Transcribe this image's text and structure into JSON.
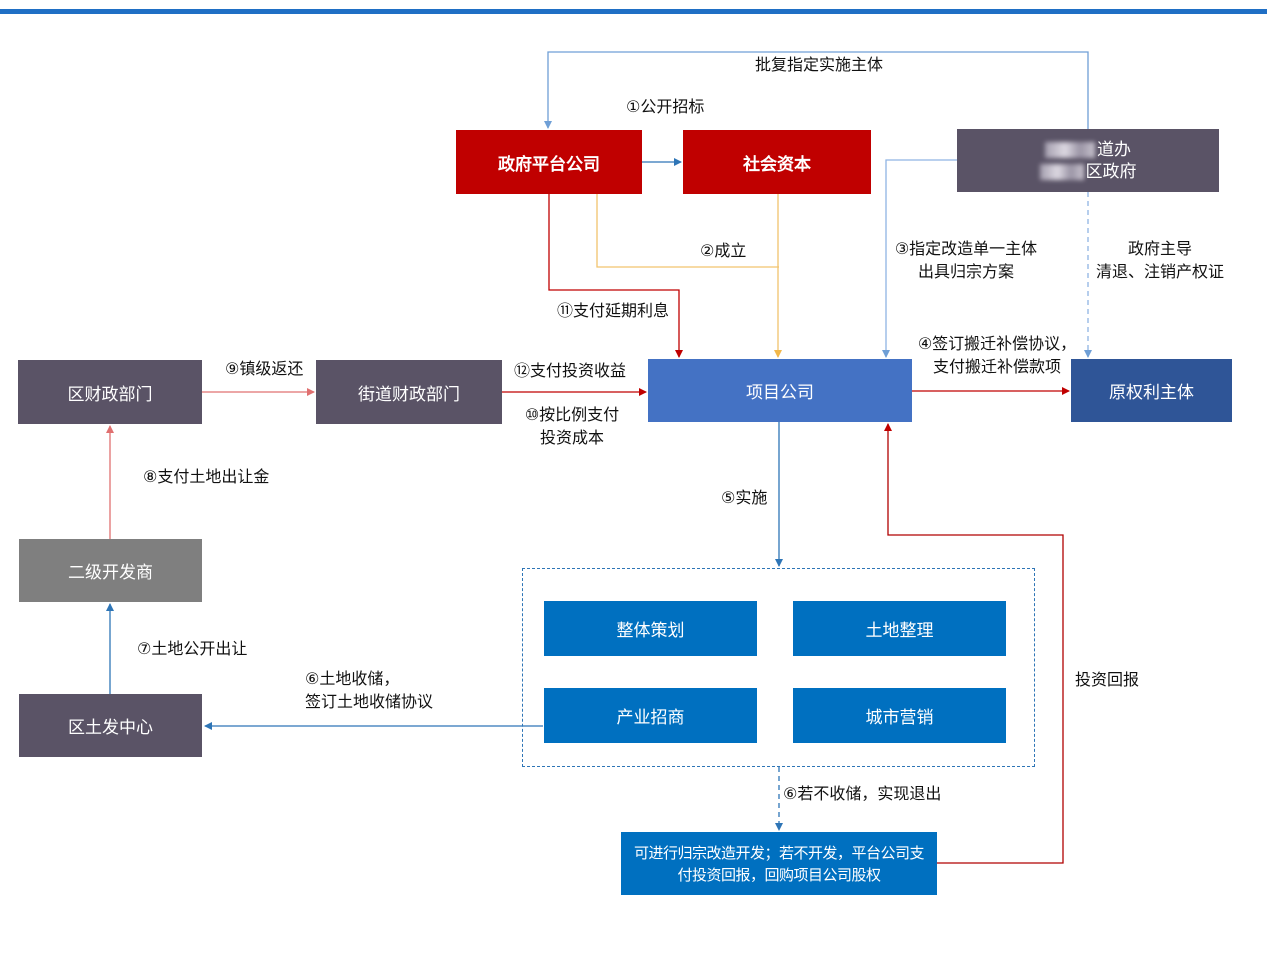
{
  "colors": {
    "header_bar": "#1f6fc5",
    "platform_box": "#c00000",
    "slate_box": "#5a5366",
    "developer_box": "#7f7f7f",
    "project_company": "#4472c4",
    "original_owner": "#2f5597",
    "task_box": "#0070c0",
    "edge_red": "#c00000",
    "edge_light_red": "#e07070",
    "edge_blue": "#2e75b6",
    "edge_light_blue": "#8fb4e3",
    "edge_gold": "#f2c46d"
  },
  "nodes": {
    "gov_platform": "政府平台公司",
    "social_capital": "社会资本",
    "street_office_line1": "道办",
    "street_office_line2": "区政府",
    "district_finance": "区财政部门",
    "street_finance": "街道财政部门",
    "project_company": "项目公司",
    "original_owner": "原权利主体",
    "secondary_developer": "二级开发商",
    "land_center": "区土发中心",
    "overall_planning": "整体策划",
    "land_consolidation": "土地整理",
    "investment_promotion": "产业招商",
    "city_marketing": "城市营销",
    "exit_line1": "可进行归宗改造开发；若不开发，平台公司支",
    "exit_line2": "付投资回报，回购项目公司股权"
  },
  "edge_labels": {
    "approval": "批复指定实施主体",
    "tender": "①公开招标",
    "established": "②成立",
    "delay_interest": "⑪支付延期利息",
    "designate_line1": "③指定改造单一主体",
    "designate_line2": "出具归宗方案",
    "gov_led_line1": "政府主导",
    "gov_led_line2": "清退、注销产权证",
    "relocation_line1": "④签订搬迁补偿协议，",
    "relocation_line2": "支付搬迁补偿款项",
    "town_rebate": "⑨镇级返还",
    "investment_income": "⑫支付投资收益",
    "cost_line1": "⑩按比例支付",
    "cost_line2": "投资成本",
    "land_fee": "⑧支付土地出让金",
    "implement": "⑤实施",
    "public_transfer": "⑦土地公开出让",
    "reserve_line1": "⑥土地收储，",
    "reserve_line2": "签订土地收储协议",
    "investment_return": "投资回报",
    "exit": "⑥若不收储，实现退出"
  }
}
